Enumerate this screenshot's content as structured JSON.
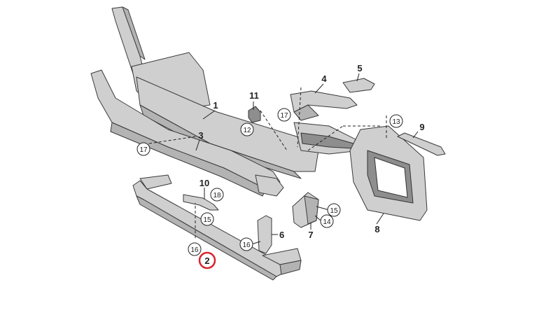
{
  "callouts": {
    "c1": "1",
    "c2": "2",
    "c3": "3",
    "c4": "4",
    "c5": "5",
    "c6": "6",
    "c7": "7",
    "c8": "8",
    "c9": "9",
    "c10": "10",
    "c11": "11"
  },
  "circled": {
    "n12": "12",
    "n13": "13",
    "n14": "14",
    "n15a": "15",
    "n15b": "15",
    "n16a": "16",
    "n16b": "16",
    "n17a": "17",
    "n17b": "17",
    "n18": "18"
  },
  "colors": {
    "highlight": "#d9232e",
    "part": "#cfcfcf",
    "ink": "#222222"
  }
}
